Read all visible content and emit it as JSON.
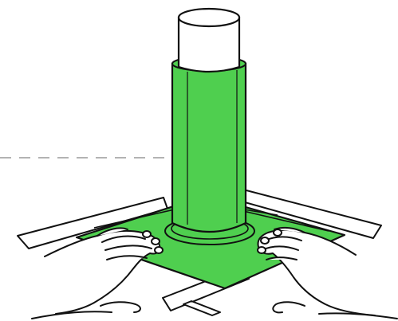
{
  "illustration": {
    "colors": {
      "membrane_green": "#4fcf4f",
      "outline": "#111111",
      "pipe_top": "#ffffff",
      "tape": "#ffffff",
      "dashed_line": "#b3b3b3"
    },
    "parts": [
      "white-pipe-top",
      "green-pipe-sleeve",
      "green-flange-square",
      "white-tape-strips",
      "left-hand",
      "right-hand",
      "dashed-reference-line"
    ]
  }
}
